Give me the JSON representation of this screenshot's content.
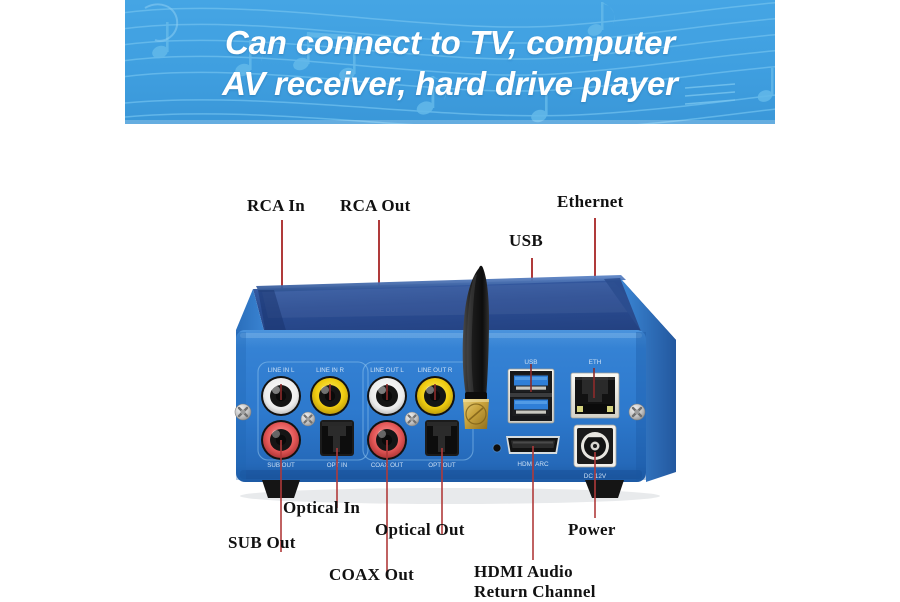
{
  "banner": {
    "line1": "Can connect to TV, computer",
    "line2": "AV receiver, hard drive player",
    "bg_color": "#3f9fe0",
    "text_color": "#ffffff",
    "watermark": "musical-notes-staff"
  },
  "callouts": [
    {
      "id": "rca-in",
      "label": "RCA In",
      "position": "top"
    },
    {
      "id": "rca-out",
      "label": "RCA Out",
      "position": "top"
    },
    {
      "id": "usb",
      "label": "USB",
      "position": "top"
    },
    {
      "id": "ethernet",
      "label": "Ethernet",
      "position": "top"
    },
    {
      "id": "optical-in",
      "label": "Optical In",
      "position": "bottom"
    },
    {
      "id": "sub-out",
      "label": "SUB Out",
      "position": "bottom"
    },
    {
      "id": "optical-out",
      "label": "Optical Out",
      "position": "bottom"
    },
    {
      "id": "coax-out",
      "label": "COAX Out",
      "position": "bottom"
    },
    {
      "id": "hdmi-arc",
      "label_line1": "HDMI Audio",
      "label_line2": "Return Channel",
      "position": "bottom"
    },
    {
      "id": "power",
      "label": "Power",
      "position": "bottom"
    }
  ],
  "device": {
    "chassis_color": "#2f7fd0",
    "chassis_top_color": "#2b4f93",
    "accent_color": "#1f5fa8",
    "panel_labels": {
      "line_in_l": "LINE IN L",
      "line_in_r": "LINE IN R",
      "line_out_l": "LINE OUT L",
      "line_out_r": "LINE OUT R",
      "sub_out": "SUB OUT",
      "opt_in": "OPT IN",
      "coax_out": "COAX OUT",
      "opt_out": "OPT OUT",
      "usb": "USB",
      "eth": "ETH",
      "hdmi_arc": "HDMI ARC",
      "dc_12v": "DC 12V"
    },
    "ports": [
      {
        "name": "line-in-l-rca",
        "type": "rca",
        "color": "#ffffff"
      },
      {
        "name": "line-in-r-rca",
        "type": "rca",
        "color": "#f2d21a"
      },
      {
        "name": "line-out-l-rca",
        "type": "rca",
        "color": "#ffffff"
      },
      {
        "name": "line-out-r-rca",
        "type": "rca",
        "color": "#f2d21a"
      },
      {
        "name": "sub-out-rca",
        "type": "rca",
        "color": "#e05c5c"
      },
      {
        "name": "coax-out-rca",
        "type": "rca",
        "color": "#e05c5c"
      },
      {
        "name": "opt-in-toslink",
        "type": "toslink",
        "color": "#111111"
      },
      {
        "name": "opt-out-toslink",
        "type": "toslink",
        "color": "#111111"
      },
      {
        "name": "usb-port-top",
        "type": "usb3",
        "color": "#2f7fd8"
      },
      {
        "name": "usb-port-bottom",
        "type": "usb3",
        "color": "#2f7fd8"
      },
      {
        "name": "ethernet-rj45",
        "type": "rj45",
        "color": "#e8e6de"
      },
      {
        "name": "hdmi-arc-port",
        "type": "hdmi",
        "color": "#161616"
      },
      {
        "name": "dc-power-jack",
        "type": "dc",
        "color": "#f0eee8"
      },
      {
        "name": "wifi-antenna",
        "type": "antenna",
        "color": "#171717"
      }
    ]
  }
}
